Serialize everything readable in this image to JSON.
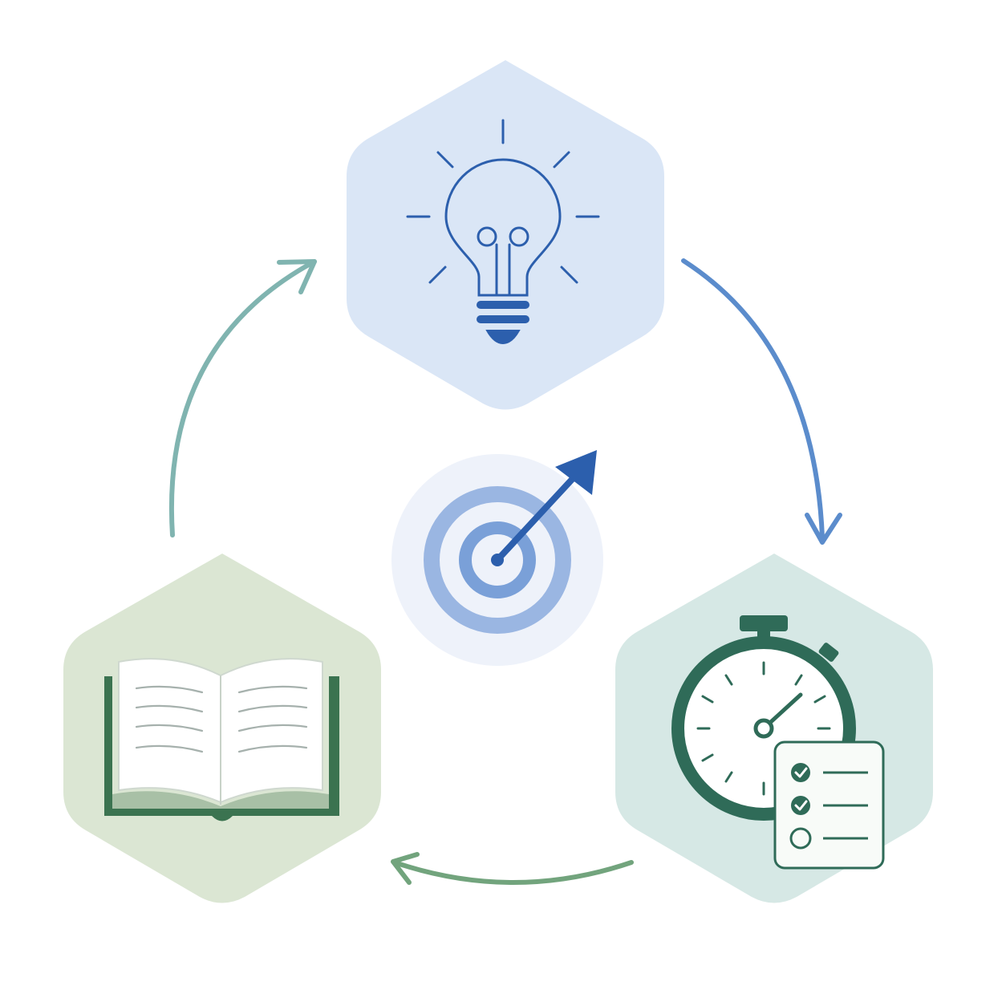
{
  "diagram": {
    "type": "cycle",
    "nodes": [
      {
        "id": "idea",
        "icon": "lightbulb-icon",
        "fill": "#dae6f6"
      },
      {
        "id": "execution",
        "icon": "stopwatch-checklist-icon",
        "fill": "#d6e8e5"
      },
      {
        "id": "learning",
        "icon": "open-book-icon",
        "fill": "#dbe6d3"
      }
    ],
    "center": {
      "icon": "target-arrow-icon"
    },
    "edges": [
      {
        "from": "idea",
        "to": "execution",
        "color": "#5b8ccc"
      },
      {
        "from": "execution",
        "to": "learning",
        "color": "#72a47d"
      },
      {
        "from": "learning",
        "to": "idea",
        "color": "#80b4b0"
      }
    ]
  },
  "colors": {
    "blue_dark": "#2c5fad",
    "blue_mid": "#5b8ccc",
    "green_dark": "#2f6b58",
    "green_book": "#3b7350",
    "target_light": "#eef2fa"
  }
}
